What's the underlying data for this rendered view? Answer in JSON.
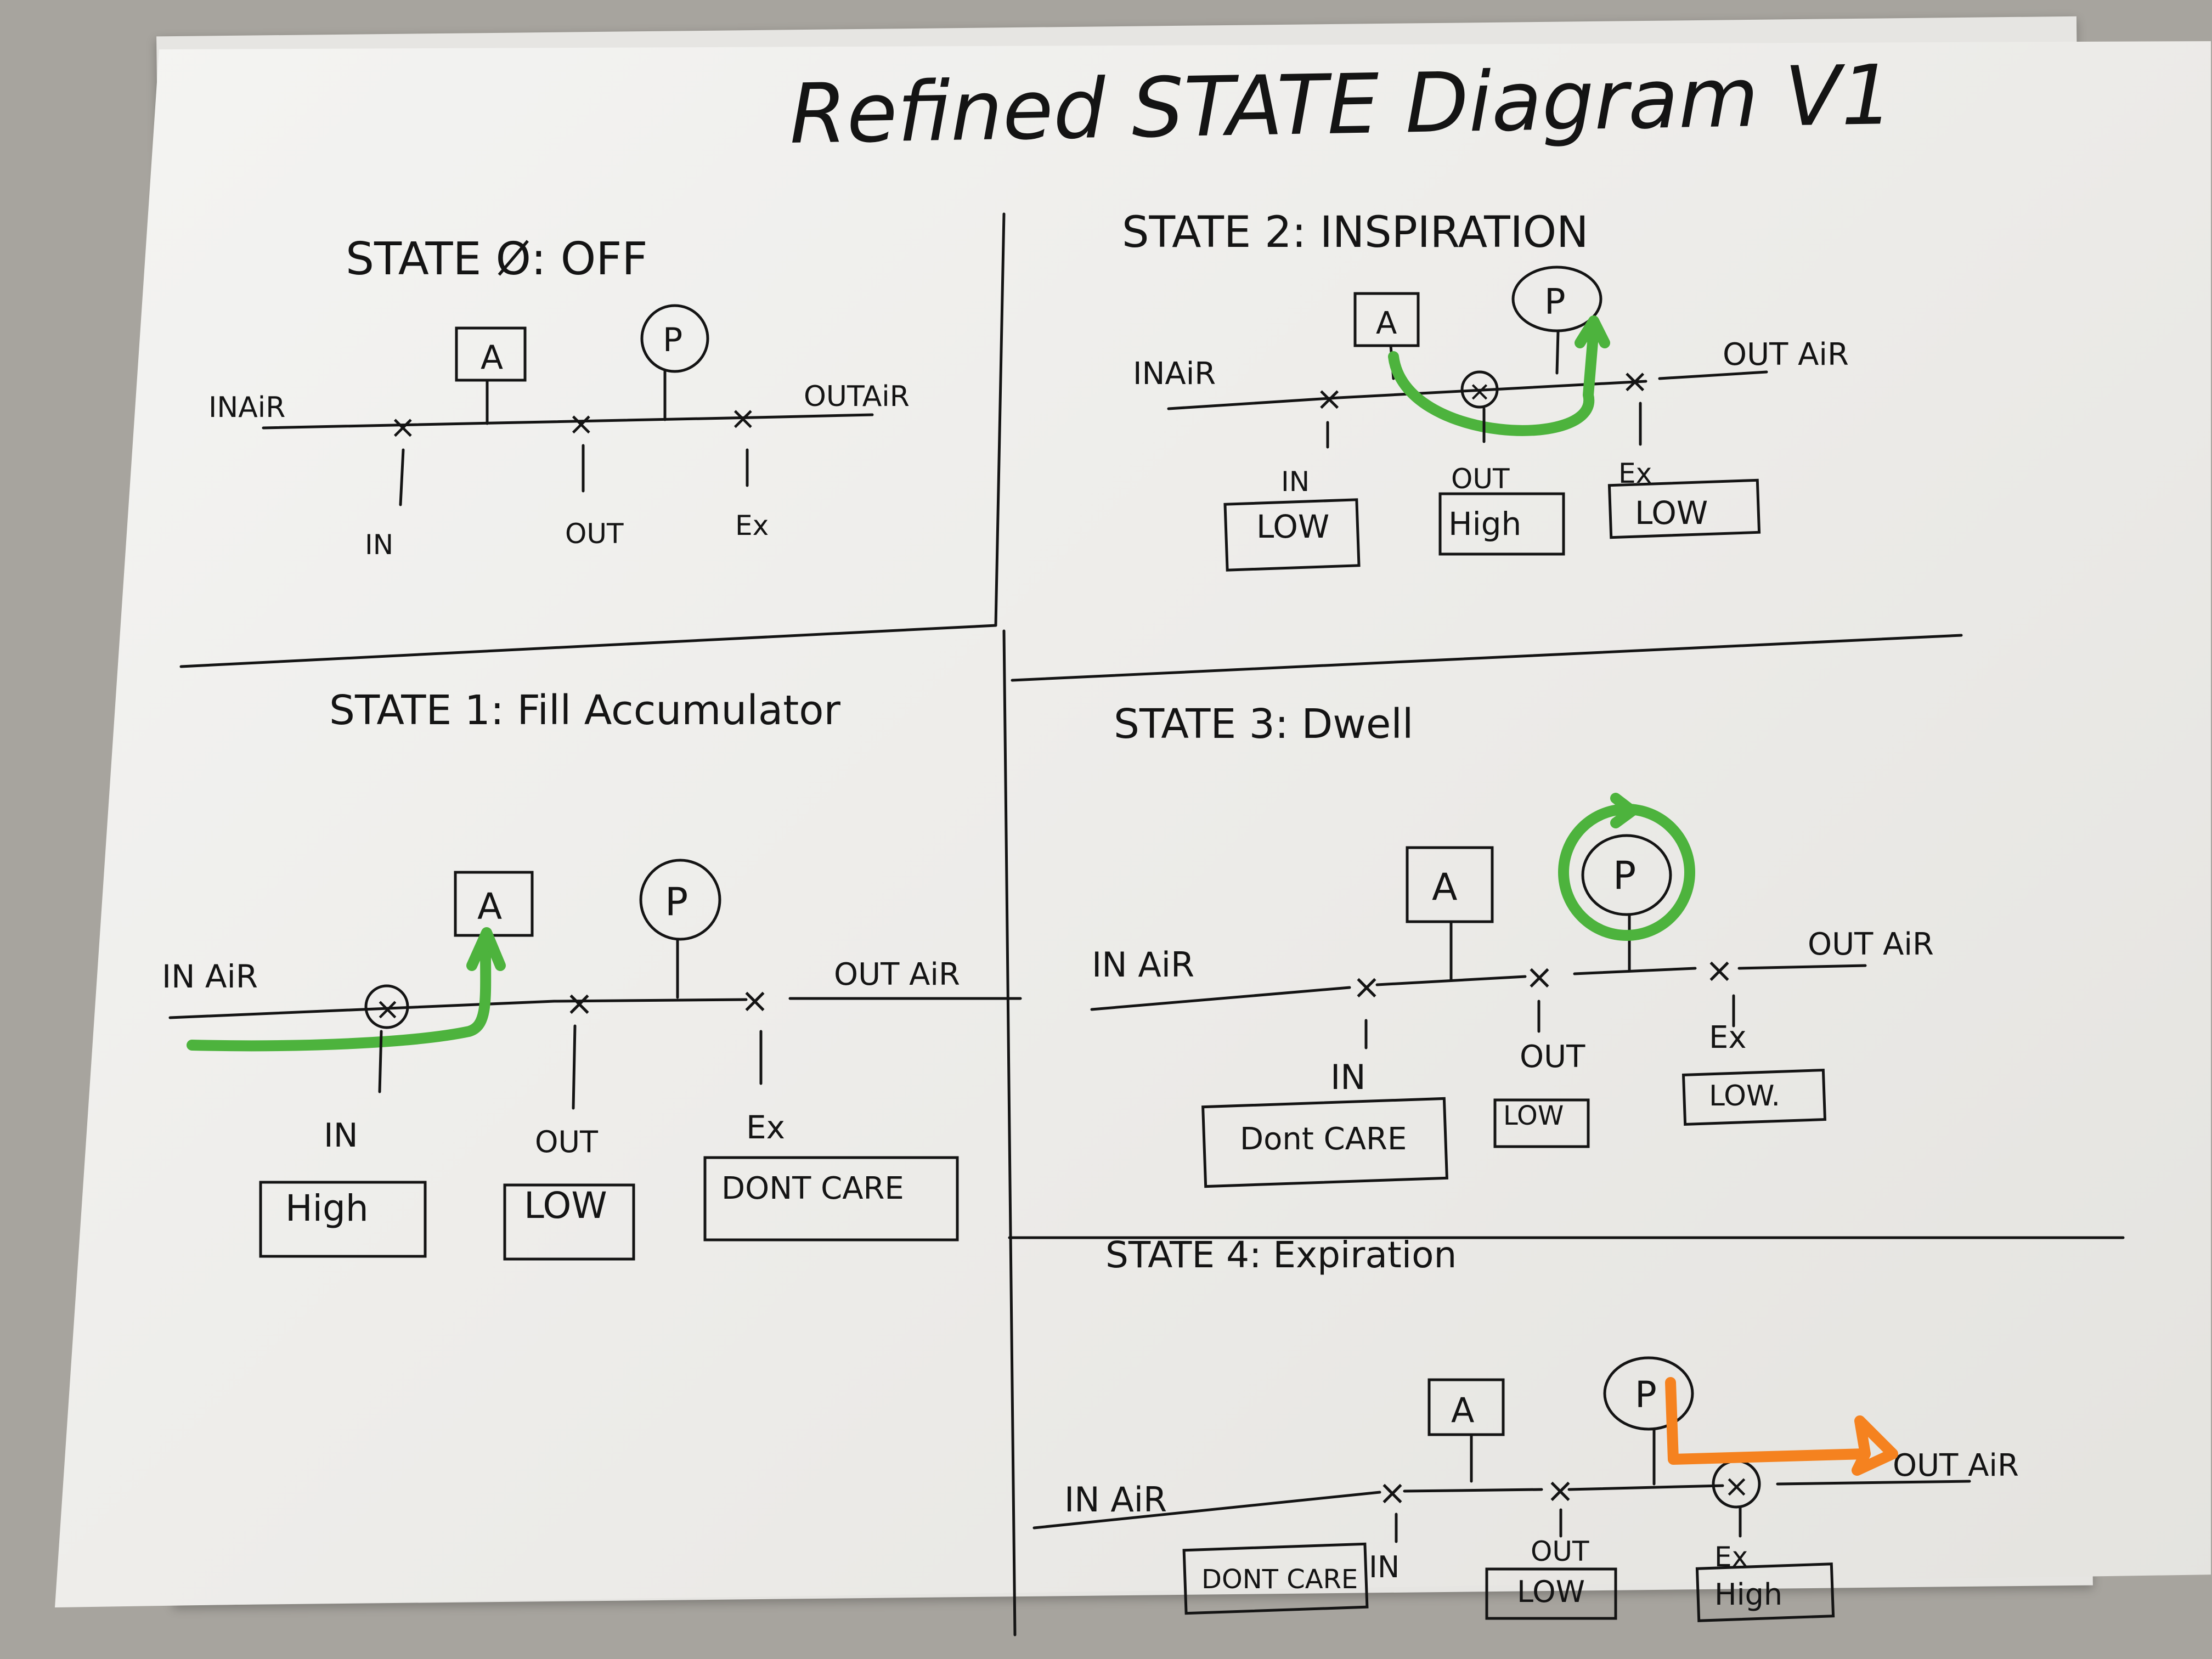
{
  "title": "Refined STATE Diagram V1",
  "colors": {
    "ink": "#141414",
    "flow_green": "#4db33d",
    "flow_orange": "#f5821f",
    "paper": "#f2f2f0",
    "table": "#a7a49e"
  },
  "states": [
    {
      "id": "state0",
      "title": "STATE Ø: OFF",
      "in_label": "INAiR",
      "out_label": "OUTAiR",
      "accumulator": "A",
      "pressure": "P",
      "valves": [
        {
          "name": "IN",
          "label": "IN",
          "setting": ""
        },
        {
          "name": "OUT",
          "label": "OUT",
          "setting": ""
        },
        {
          "name": "EX",
          "label": "Ex",
          "setting": ""
        }
      ],
      "flow": "none"
    },
    {
      "id": "state1",
      "title": "STATE 1: Fill Accumulator",
      "in_label": "IN AiR",
      "out_label": "OUT AiR",
      "accumulator": "A",
      "pressure": "P",
      "valves": [
        {
          "name": "IN",
          "label": "IN",
          "setting": "High"
        },
        {
          "name": "OUT",
          "label": "OUT",
          "setting": "LOW"
        },
        {
          "name": "EX",
          "label": "Ex",
          "setting": "DONT CARE"
        }
      ],
      "flow": "in-to-accumulator",
      "flow_color": "green"
    },
    {
      "id": "state2",
      "title": "STATE 2: INSPIRATION",
      "in_label": "INAiR",
      "out_label": "OUT AiR",
      "accumulator": "A",
      "pressure": "P",
      "valves": [
        {
          "name": "IN",
          "label": "IN",
          "setting": "LOW"
        },
        {
          "name": "OUT",
          "label": "OUT",
          "setting": "High"
        },
        {
          "name": "EX",
          "label": "Ex",
          "setting": "LOW"
        }
      ],
      "flow": "accumulator-to-patient",
      "flow_color": "green"
    },
    {
      "id": "state3",
      "title": "STATE 3: Dwell",
      "in_label": "IN AiR",
      "out_label": "OUT AiR",
      "accumulator": "A",
      "pressure": "P",
      "valves": [
        {
          "name": "IN",
          "label": "IN",
          "setting": "Dont CARE"
        },
        {
          "name": "OUT",
          "label": "OUT",
          "setting": "LOW"
        },
        {
          "name": "EX",
          "label": "Ex",
          "setting": "LOW."
        }
      ],
      "flow": "hold-at-patient",
      "flow_color": "green"
    },
    {
      "id": "state4",
      "title": "STATE 4: Expiration",
      "in_label": "IN AiR",
      "out_label": "OUT AiR",
      "accumulator": "A",
      "pressure": "P",
      "valves": [
        {
          "name": "IN",
          "label": "IN",
          "setting": "DONT CARE"
        },
        {
          "name": "OUT",
          "label": "OUT",
          "setting": "LOW"
        },
        {
          "name": "EX",
          "label": "Ex",
          "setting": "High"
        }
      ],
      "flow": "patient-to-exhaust",
      "flow_color": "orange"
    }
  ]
}
